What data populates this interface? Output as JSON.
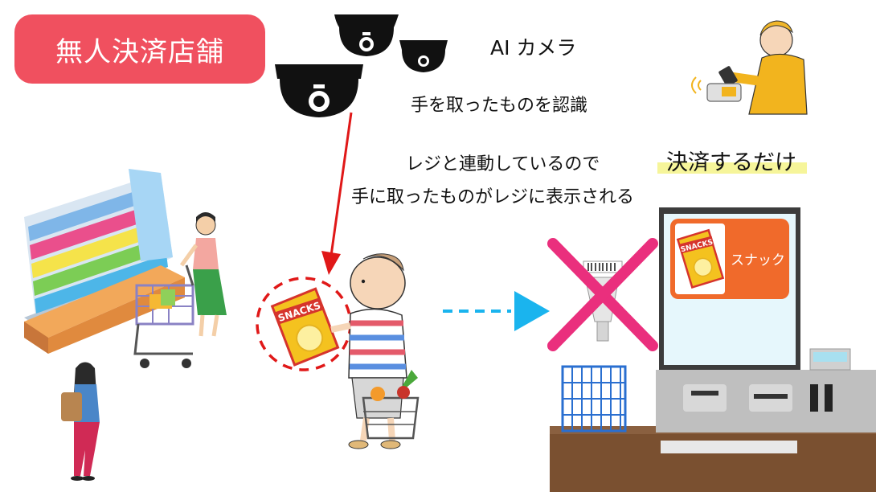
{
  "title": "無人決済店舗",
  "labels": {
    "ai_camera": "AI カメラ",
    "recognize": "手を取ったものを認識",
    "linked_line1": "レジと連動しているので",
    "linked_line2": "手に取ったものがレジに表示される",
    "pay_only": "決済するだけ"
  },
  "register_screen": {
    "item_label": "スナック",
    "package_text": "SNACKS"
  },
  "colors": {
    "title_bg": "#f0505f",
    "arrow_red": "#e01818",
    "arrow_blue": "#1ab4ee",
    "cross_pink": "#ea2f7d",
    "screen_bg": "#e6f7fc",
    "item_card": "#f06a2b",
    "highlight": "#f6f59a"
  }
}
